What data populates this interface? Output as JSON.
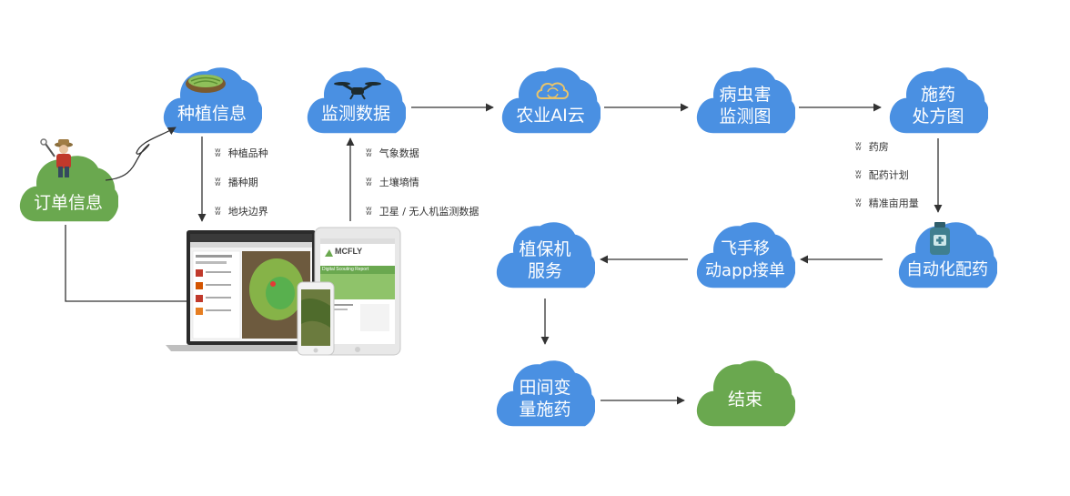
{
  "nodes": {
    "order_info": {
      "label": "订单信息",
      "color": "#6AA84F"
    },
    "planting_info": {
      "label": "种植信息",
      "color": "#4A90E2"
    },
    "monitoring_data": {
      "label": "监测数据",
      "color": "#4A90E2"
    },
    "agri_ai_cloud": {
      "label": "农业AI云",
      "color": "#4A90E2"
    },
    "pest_map": {
      "line1": "病虫害",
      "line2": "监测图",
      "color": "#4A90E2"
    },
    "prescription_map": {
      "line1": "施药",
      "line2": "处方图",
      "color": "#4A90E2"
    },
    "auto_dispensing": {
      "label": "自动化配药",
      "color": "#4A90E2"
    },
    "app_order": {
      "line1": "飞手移",
      "line2": "动app接单",
      "color": "#4A90E2"
    },
    "plant_protection": {
      "line1": "植保机",
      "line2": "服务",
      "color": "#4A90E2"
    },
    "variable_spraying": {
      "line1": "田间变",
      "line2": "量施药",
      "color": "#4A90E2"
    },
    "end": {
      "label": "结束",
      "color": "#6AA84F"
    }
  },
  "notes": {
    "planting": [
      "种植品种",
      "播种期",
      "地块边界"
    ],
    "monitoring": [
      "气象数据",
      "土壤墒情",
      "卫星 / 无人机监测数据"
    ],
    "prescription": [
      "药房",
      "配药计划",
      "精准亩用量"
    ]
  },
  "devices": {
    "tablet_brand": "MCFLY",
    "tablet_report_title": "Digital Scouting Report"
  },
  "icons": {
    "farmer": "farmer-icon",
    "field": "field-icon",
    "drone": "drone-icon",
    "cloud_sync": "cloud-sync-icon",
    "medicine": "medicine-bottle-icon",
    "leaf": "leaf-icon"
  },
  "colors": {
    "arrow": "#333333",
    "blue_cloud": "#4A90E2",
    "green_cloud": "#6AA84F"
  }
}
